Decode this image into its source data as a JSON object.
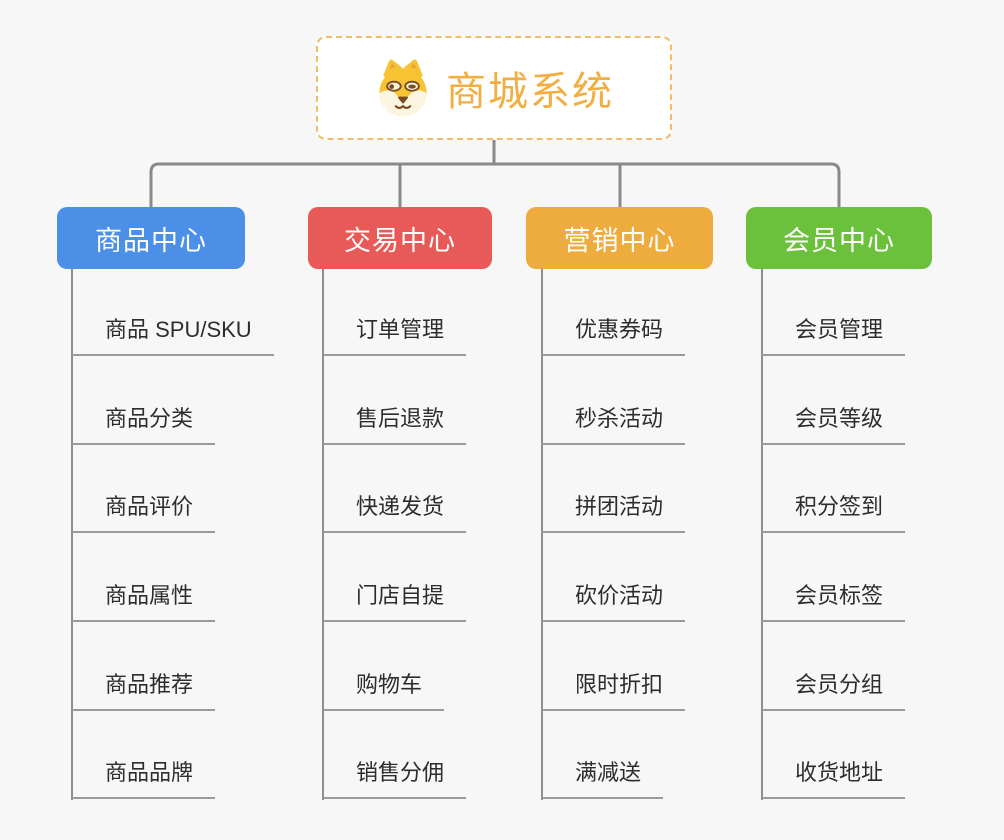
{
  "page": {
    "background": "#F7F7F8",
    "connector_color": "#8A8A8A",
    "leaf_line_color": "#9A9A9A"
  },
  "root": {
    "title": "商城系统",
    "title_color": "#F2AE41",
    "border_color": "#F3BC69",
    "icon": "shiba-dog-icon"
  },
  "branches": [
    {
      "label": "商品中心",
      "color": "#4B8FE6",
      "children": [
        "商品 SPU/SKU",
        "商品分类",
        "商品评价",
        "商品属性",
        "商品推荐",
        "商品品牌"
      ]
    },
    {
      "label": "交易中心",
      "color": "#E85A57",
      "children": [
        "订单管理",
        "售后退款",
        "快递发货",
        "门店自提",
        "购物车",
        "销售分佣"
      ]
    },
    {
      "label": "营销中心",
      "color": "#EEAC3E",
      "children": [
        "优惠券码",
        "秒杀活动",
        "拼团活动",
        "砍价活动",
        "限时折扣",
        "满减送"
      ]
    },
    {
      "label": "会员中心",
      "color": "#6CC13C",
      "children": [
        "会员管理",
        "会员等级",
        "积分签到",
        "会员标签",
        "会员分组",
        "收货地址"
      ]
    }
  ]
}
